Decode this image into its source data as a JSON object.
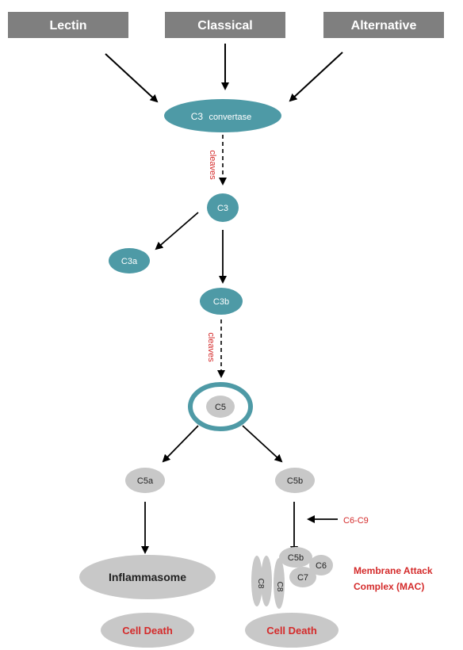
{
  "colors": {
    "pathway_box": "#7f7f7f",
    "teal": "#4e9aa6",
    "grey_node": "#c8c8c8",
    "accent_red": "#d42a2a",
    "arrow": "#000000"
  },
  "pathways": {
    "lectin": "Lectin",
    "classical": "Classical",
    "alternative": "Alternative"
  },
  "nodes": {
    "c3_convertase_c3": "C3",
    "c3_convertase_rest": "convertase",
    "c3": "C3",
    "c3a": "C3a",
    "c3b": "C3b",
    "c5": "C5",
    "c5a": "C5a",
    "c5b": "C5b",
    "inflammasome": "Inflammasome",
    "cell_death_left": "Cell Death",
    "cell_death_right": "Cell Death"
  },
  "edge_labels": {
    "cleaves_1": "cleaves",
    "cleaves_2": "cleaves",
    "c6_c9": "C6-C9"
  },
  "mac": {
    "c5b": "C5b",
    "c6": "C6",
    "c7": "C7",
    "c8": "C8",
    "c9": "C8",
    "label_line1": "Membrane Attack",
    "label_line2": "Complex  (MAC)"
  }
}
